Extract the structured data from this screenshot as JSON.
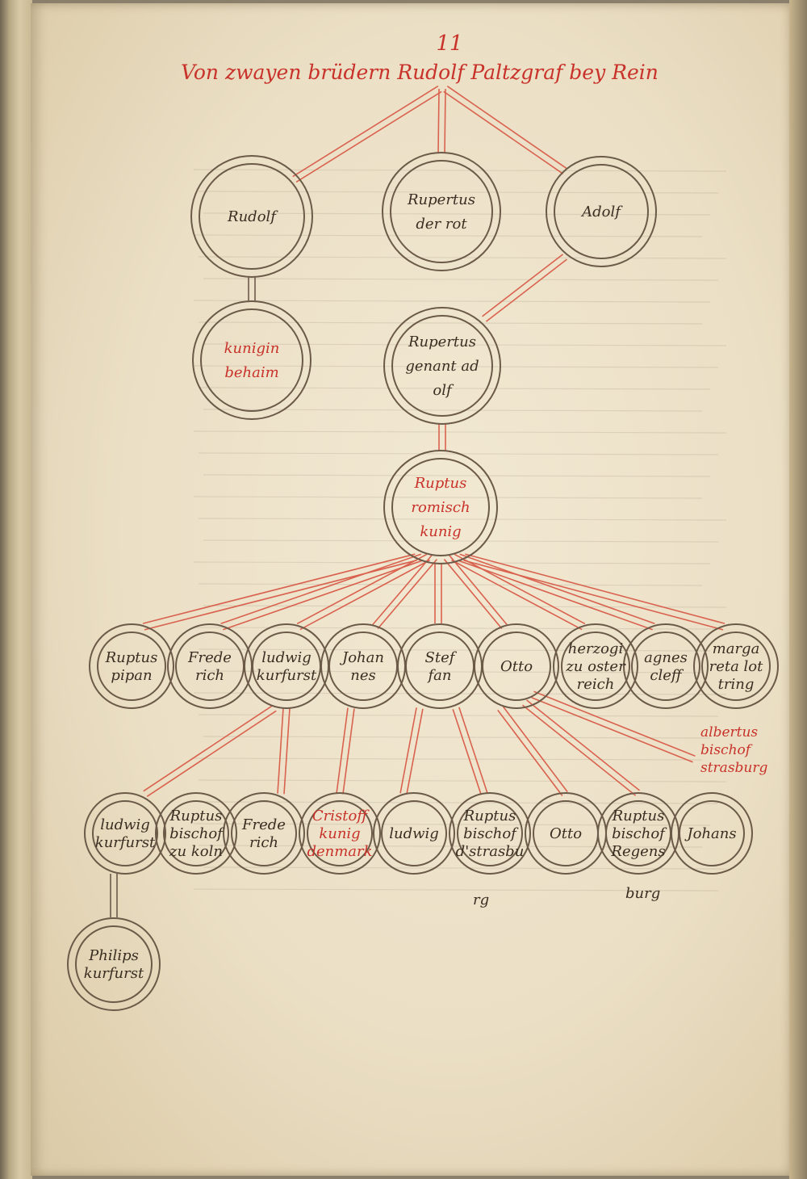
{
  "page_number": "11",
  "heading": "Von zwayen brüdern Rudolf Paltzgraf bey Rein",
  "colors": {
    "ink": "#3a2e22",
    "rubric": "#c8322a",
    "lines": "#d9624f"
  },
  "side_note": [
    "albertus",
    "bischof",
    "strasburg"
  ],
  "nodes": {
    "rudolf": [
      "Rudolf"
    ],
    "rupertus_rot": [
      "Rupertus",
      "der rot"
    ],
    "adolf": [
      "Adolf"
    ],
    "kunigin_behaim": [
      "kunigin",
      "behaim"
    ],
    "rupertus_adolf": [
      "Rupertus",
      "genant ad",
      "olf"
    ],
    "rupertus_romisch": [
      "Ruptus",
      "romisch",
      "kunig"
    ],
    "g3": [
      {
        "id": "rupertus_pipan",
        "lines": [
          "Ruptus",
          "pipan"
        ],
        "red": false
      },
      {
        "id": "friderich_1",
        "lines": [
          "Frede",
          "rich"
        ],
        "red": false
      },
      {
        "id": "ludwig_kurfurst_1",
        "lines": [
          "ludwig",
          "kurfurst"
        ],
        "red": false
      },
      {
        "id": "johannes",
        "lines": [
          "Johan",
          "nes"
        ],
        "red": false
      },
      {
        "id": "steffan",
        "lines": [
          "Stef",
          "fan"
        ],
        "red": false
      },
      {
        "id": "otto_1",
        "lines": [
          "Otto"
        ],
        "red": false
      },
      {
        "id": "herzogin",
        "lines": [
          "herzogi",
          "zu oster",
          "reich"
        ],
        "red": false
      },
      {
        "id": "agnes",
        "lines": [
          "agnes",
          "cleff"
        ],
        "red": false
      },
      {
        "id": "margareta",
        "lines": [
          "marga",
          "reta lot",
          "tring"
        ],
        "red": false
      }
    ],
    "g4": [
      {
        "id": "ludwig_kurfurst_2",
        "lines": [
          "ludwig",
          "kurfurst"
        ],
        "red": false
      },
      {
        "id": "rupertus_koln",
        "lines": [
          "Ruptus",
          "bischof",
          "zu koln"
        ],
        "red": false
      },
      {
        "id": "friderich_2",
        "lines": [
          "Frede",
          "rich"
        ],
        "red": false
      },
      {
        "id": "cristoff",
        "lines": [
          "Cristoff",
          "kunig",
          "denmark"
        ],
        "red": true
      },
      {
        "id": "ludwig_2",
        "lines": [
          "ludwig"
        ],
        "red": false
      },
      {
        "id": "rupertus_strasburg",
        "lines": [
          "Ruptus",
          "bischof",
          "d'strasbu"
        ],
        "red": false
      },
      {
        "id": "otto_2",
        "lines": [
          "Otto"
        ],
        "red": false
      },
      {
        "id": "rupertus_regensburg",
        "lines": [
          "Ruptus",
          "bischof",
          "Regens"
        ],
        "red": false
      },
      {
        "id": "johannes_2",
        "lines": [
          "Johans"
        ],
        "red": false
      }
    ],
    "g4_tails": {
      "rupertus_strasburg": "rg",
      "rupertus_regensburg": "burg"
    },
    "philips": [
      "Philips",
      "kurfurst"
    ]
  }
}
